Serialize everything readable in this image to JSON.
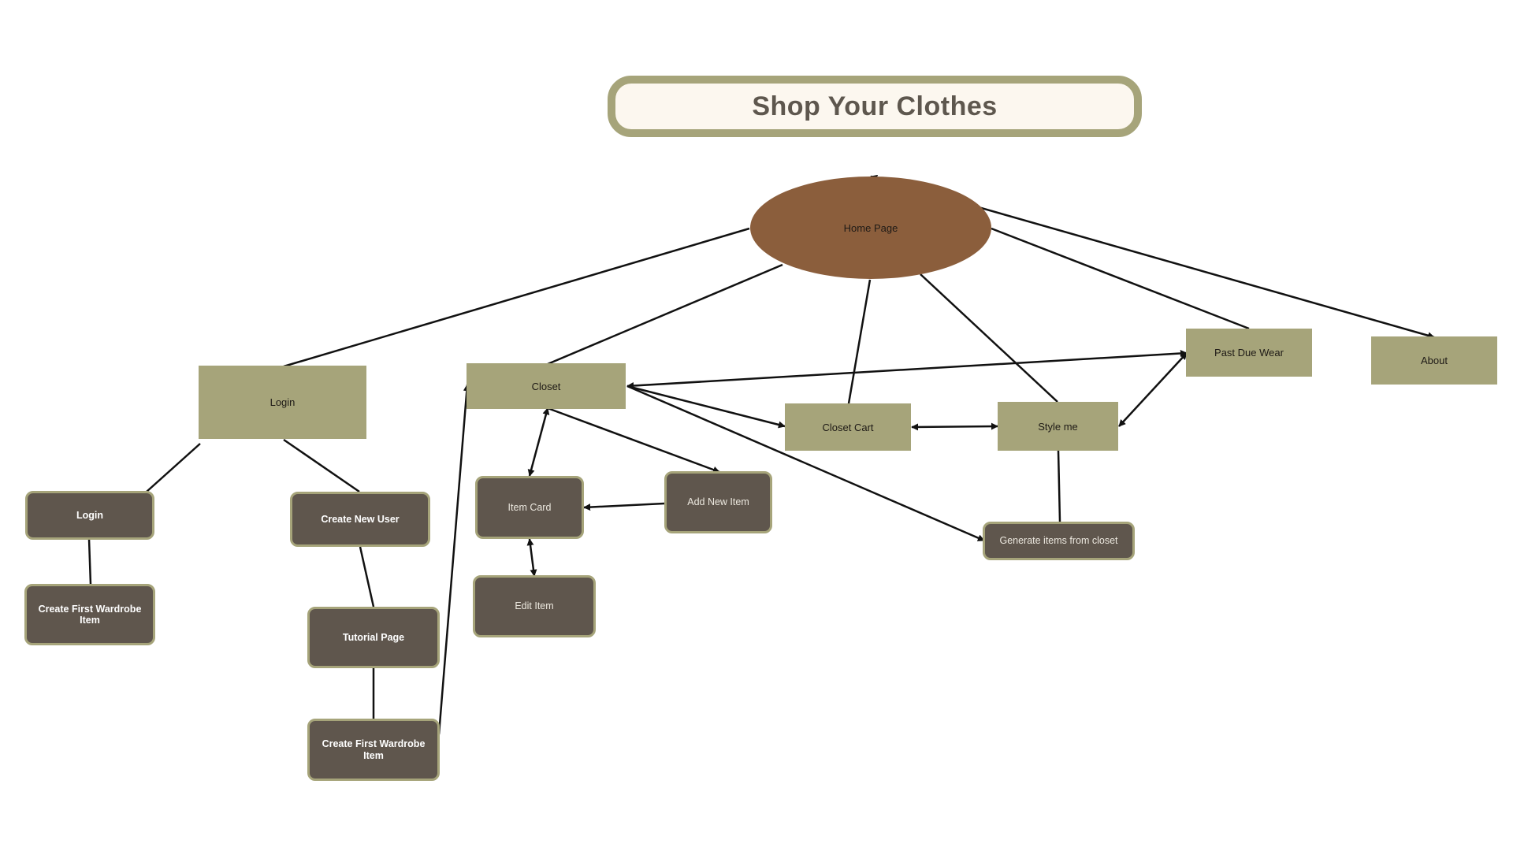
{
  "title": "Shop Your Clothes",
  "nodes": {
    "home": "Home Page",
    "login_section": "Login",
    "closet": "Closet",
    "closet_cart": "Closet Cart",
    "style_me": "Style me",
    "past_due_wear": "Past Due Wear",
    "about": "About",
    "login": "Login",
    "create_new_user": "Create New User",
    "create_first_item_a": "Create First Wardrobe Item",
    "tutorial_page": "Tutorial Page",
    "create_first_item_b": "Create First Wardrobe Item",
    "item_card": "Item Card",
    "add_new_item": "Add New Item",
    "edit_item": "Edit Item",
    "generate_items": "Generate items from closet"
  },
  "colors": {
    "accent": "#a6a47a",
    "home": "#8b5e3c",
    "dark_node": "#5f564d",
    "title_bg": "#fcf7ef",
    "title_text": "#5e574e",
    "edge": "#111111"
  }
}
